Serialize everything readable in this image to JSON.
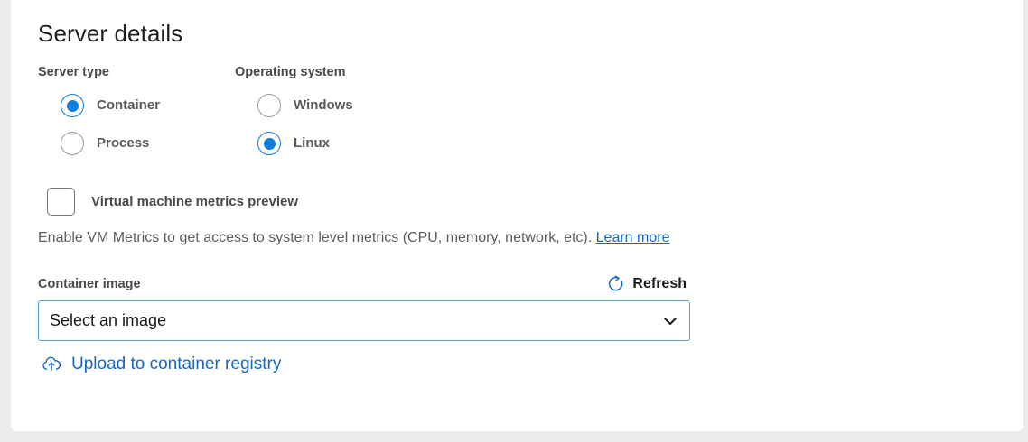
{
  "panel": {
    "title": "Server details"
  },
  "server_type": {
    "label": "Server type",
    "options": [
      {
        "label": "Container",
        "selected": true
      },
      {
        "label": "Process",
        "selected": false
      }
    ]
  },
  "operating_system": {
    "label": "Operating system",
    "options": [
      {
        "label": "Windows",
        "selected": false
      },
      {
        "label": "Linux",
        "selected": true
      }
    ]
  },
  "vm_metrics": {
    "checkbox_label": "Virtual machine metrics preview",
    "checked": false,
    "description": "Enable VM Metrics to get access to system level metrics (CPU, memory, network, etc).",
    "learn_more_label": "Learn more"
  },
  "container_image": {
    "label": "Container image",
    "refresh_label": "Refresh",
    "refresh_icon": "refresh-icon",
    "select_value": "Select an image",
    "chevron_icon": "chevron-down-icon",
    "upload_label": "Upload to container registry",
    "upload_icon": "cloud-upload-icon"
  },
  "colors": {
    "accent_blue": "#0f7ddb",
    "link_blue": "#1668c4",
    "border_blue": "#5b9bd5",
    "text_dark": "#201f1e",
    "text_gray": "#5d5d5d",
    "page_background": "#edebe9",
    "card_background": "#ffffff"
  }
}
